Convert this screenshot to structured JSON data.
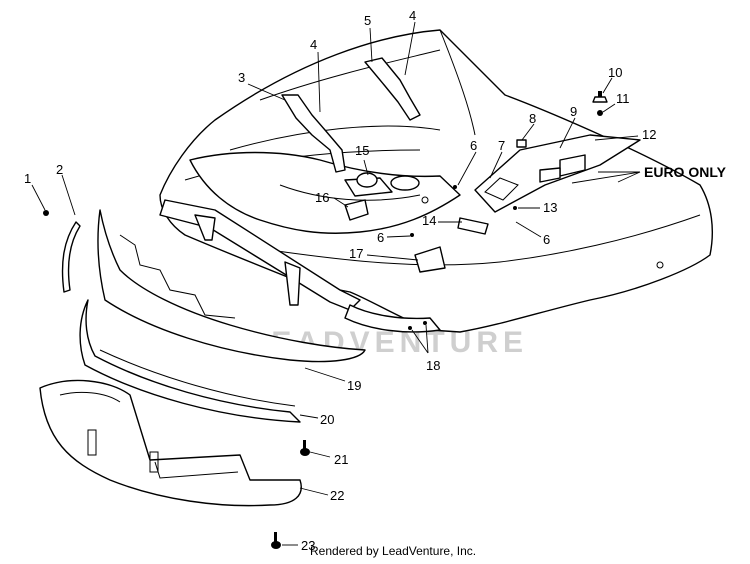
{
  "callouts": [
    "1",
    "2",
    "3",
    "4",
    "4",
    "5",
    "6",
    "6",
    "6",
    "7",
    "8",
    "9",
    "10",
    "11",
    "12",
    "13",
    "14",
    "15",
    "16",
    "17",
    "18",
    "19",
    "20",
    "21",
    "22",
    "23"
  ],
  "euro_label": "EURO ONLY",
  "watermark": "LEADVENTURE",
  "credit": "Rendered by LeadVenture, Inc."
}
